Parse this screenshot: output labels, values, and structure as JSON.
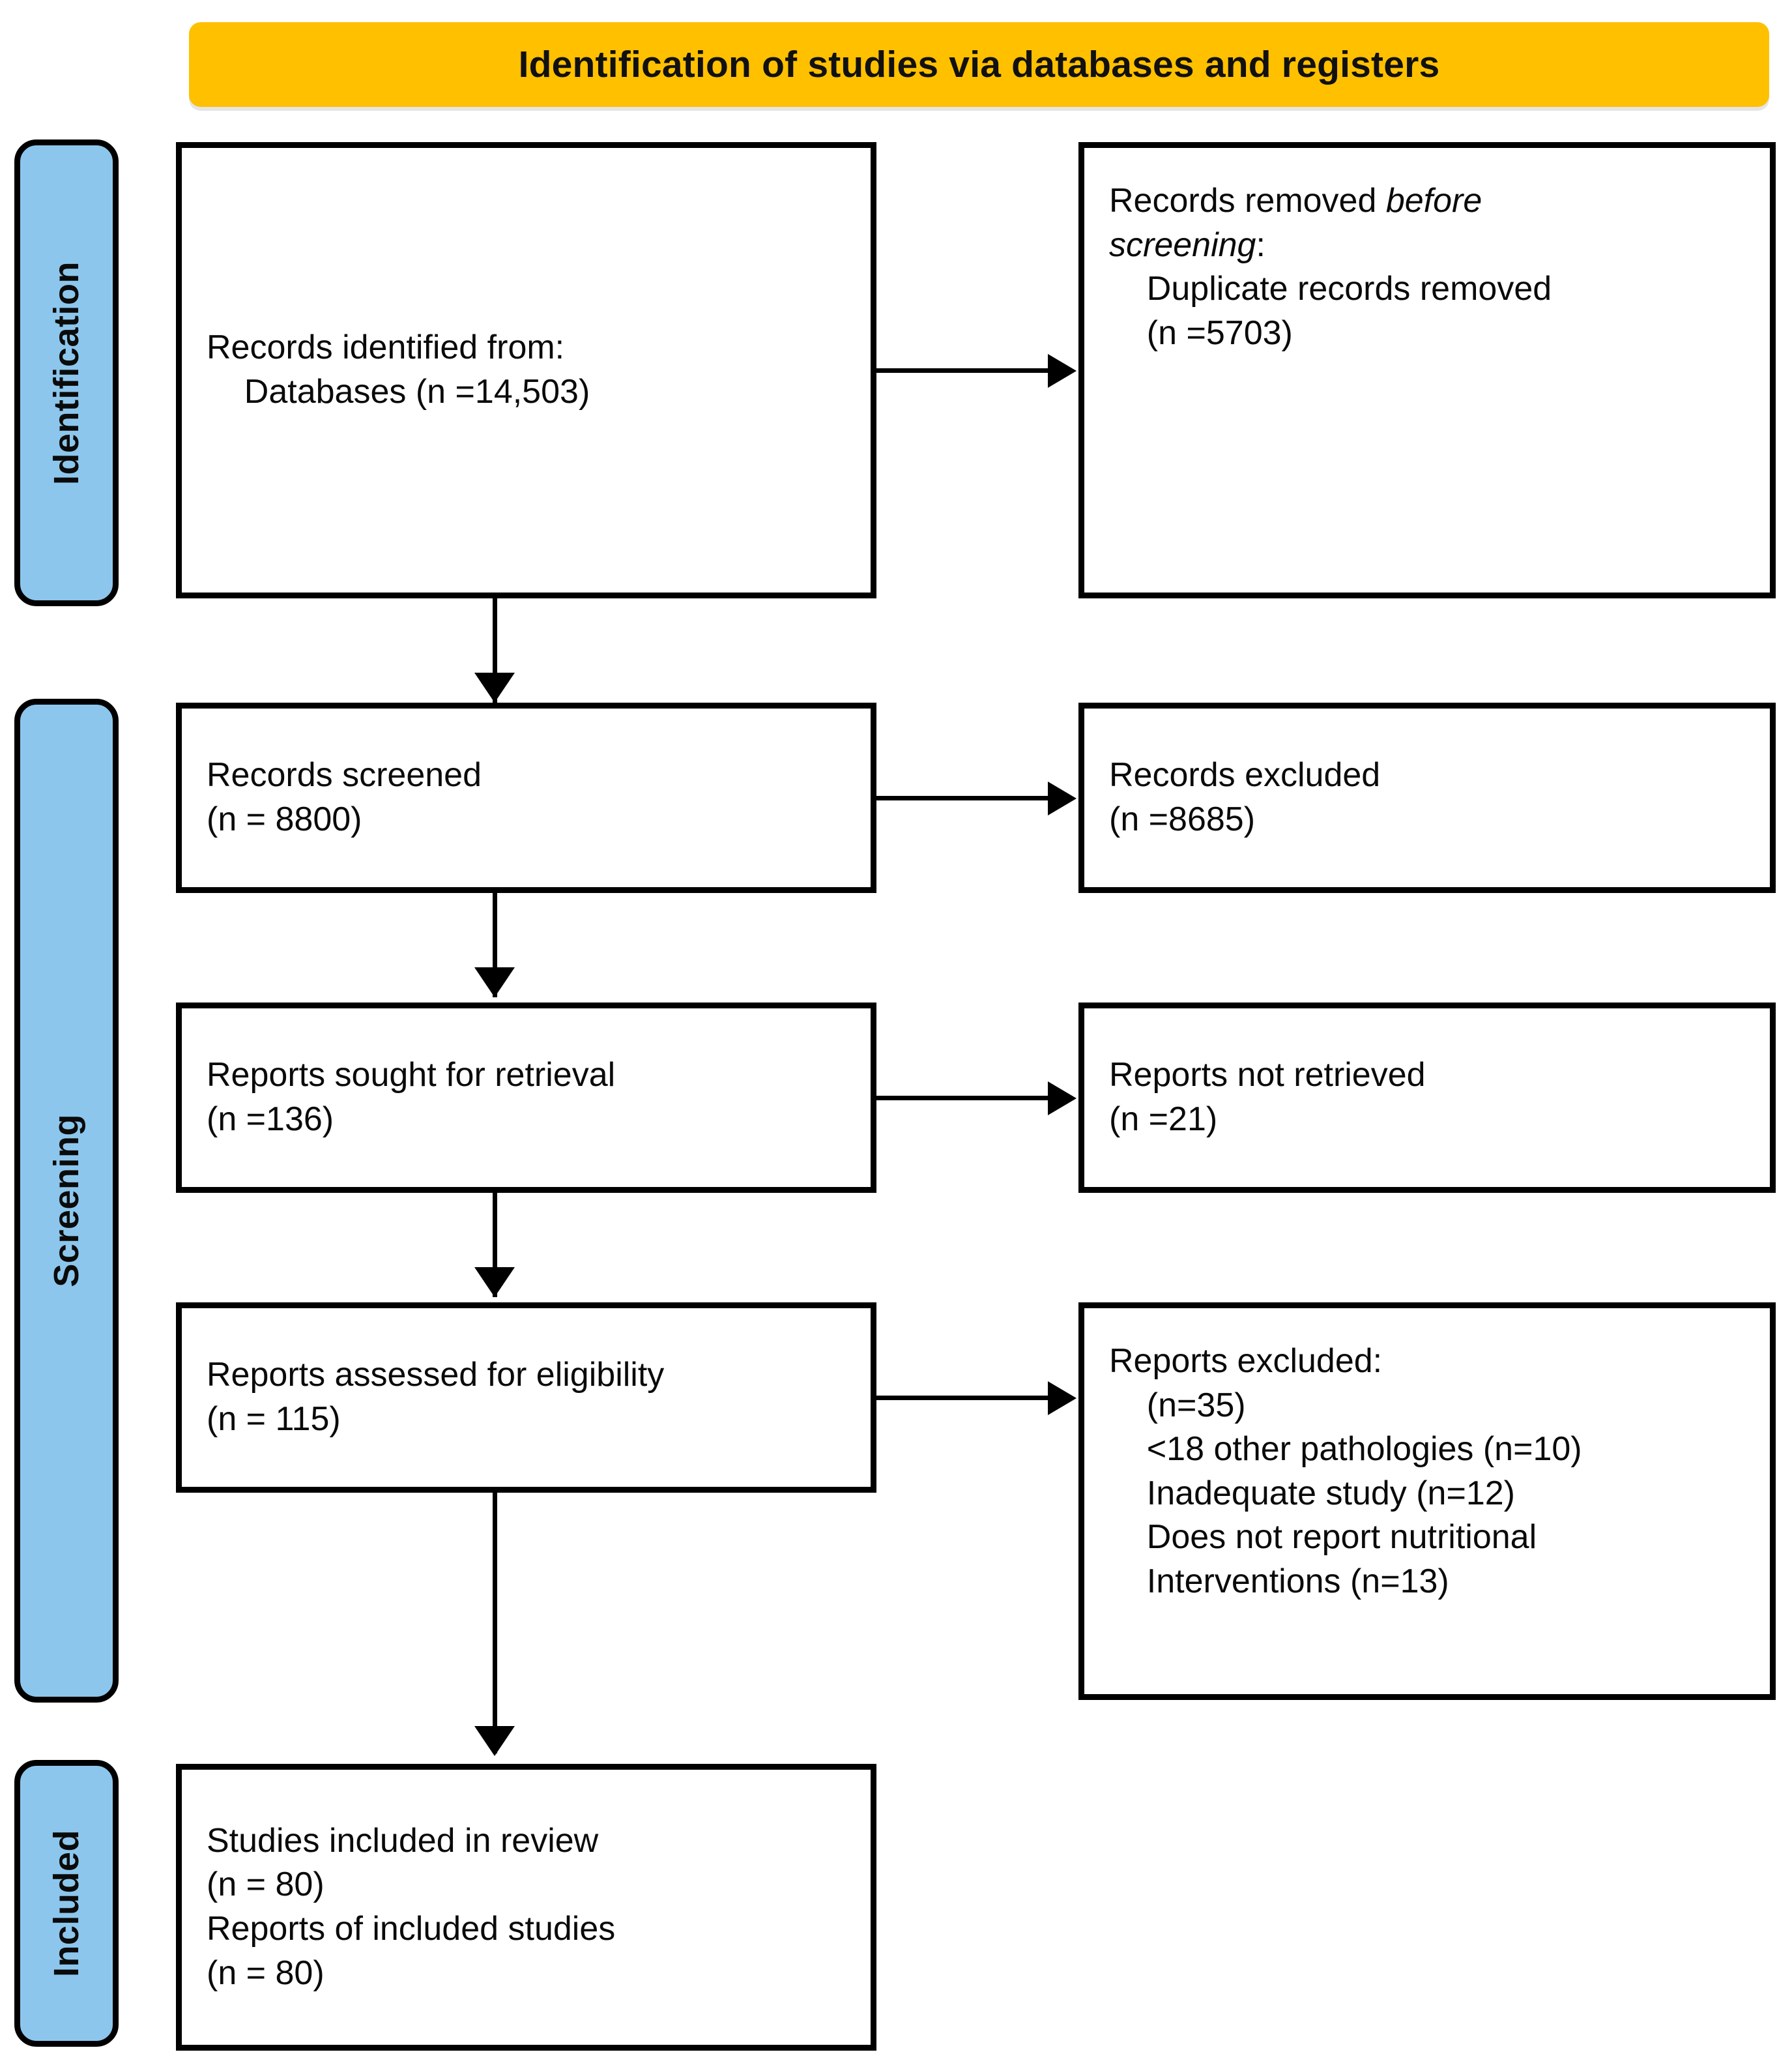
{
  "colors": {
    "accent_header": "#FFC000",
    "stage_bar": "#8CC6EC",
    "box_border": "#000000",
    "text": "#0A0A0A",
    "background": "#FFFFFF"
  },
  "header": {
    "title": "Identification of studies via databases and registers"
  },
  "stages": [
    {
      "id": "identification",
      "label": "Identification"
    },
    {
      "id": "screening",
      "label": "Screening"
    },
    {
      "id": "included",
      "label": "Included"
    }
  ],
  "boxes": {
    "records_identified": {
      "line1": "Records identified from:",
      "line2": "    Databases (n =14,503)",
      "text": "Records identified from:\n    Databases (n =14,503)"
    },
    "records_removed": {
      "lead": "Records removed ",
      "italic1": "before",
      "italic2": "screening",
      "colon": ":",
      "line3": "    Duplicate records removed",
      "line4": "    (n =5703)"
    },
    "records_screened": {
      "text": "Records screened\n(n = 8800)"
    },
    "records_excluded": {
      "text": "Records excluded\n(n =8685)"
    },
    "reports_sought": {
      "text": "Reports sought for retrieval\n(n =136)"
    },
    "reports_not_retrieved": {
      "text": "Reports not retrieved\n(n =21)"
    },
    "reports_assessed": {
      "text": "Reports assessed for eligibility\n(n = 115)"
    },
    "reports_excluded": {
      "text": "Reports excluded:\n    (n=35)\n    <18 other pathologies (n=10)\n    Inadequate study (n=12)\n    Does not report nutritional\n    Interventions (n=13)"
    },
    "studies_included": {
      "text": "Studies included in review\n(n = 80)\nReports of included studies\n(n = 80)"
    }
  },
  "flow_data": {
    "type": "prisma-flow",
    "title": "Identification of studies via databases and registers",
    "nodes": [
      {
        "id": "records_identified",
        "stage": "Identification",
        "column": "left",
        "label": "Records identified from: Databases",
        "n": 14503
      },
      {
        "id": "records_removed",
        "stage": "Identification",
        "column": "right",
        "label": "Records removed before screening: Duplicate records removed",
        "n": 5703
      },
      {
        "id": "records_screened",
        "stage": "Screening",
        "column": "left",
        "label": "Records screened",
        "n": 8800
      },
      {
        "id": "records_excluded",
        "stage": "Screening",
        "column": "right",
        "label": "Records excluded",
        "n": 8685
      },
      {
        "id": "reports_sought",
        "stage": "Screening",
        "column": "left",
        "label": "Reports sought for retrieval",
        "n": 136
      },
      {
        "id": "reports_not_retrieved",
        "stage": "Screening",
        "column": "right",
        "label": "Reports not retrieved",
        "n": 21
      },
      {
        "id": "reports_assessed",
        "stage": "Screening",
        "column": "left",
        "label": "Reports assessed for eligibility",
        "n": 115
      },
      {
        "id": "reports_excluded",
        "stage": "Screening",
        "column": "right",
        "label": "Reports excluded",
        "n": 35,
        "reasons": [
          {
            "label": "<18 other pathologies",
            "n": 10
          },
          {
            "label": "Inadequate study",
            "n": 12
          },
          {
            "label": "Does not report nutritional Interventions",
            "n": 13
          }
        ]
      },
      {
        "id": "studies_included",
        "stage": "Included",
        "column": "left",
        "label": "Studies included in review",
        "n": 80
      },
      {
        "id": "reports_included",
        "stage": "Included",
        "column": "left",
        "label": "Reports of included studies",
        "n": 80
      }
    ],
    "edges": [
      {
        "from": "records_identified",
        "to": "records_removed",
        "direction": "right"
      },
      {
        "from": "records_identified",
        "to": "records_screened",
        "direction": "down"
      },
      {
        "from": "records_screened",
        "to": "records_excluded",
        "direction": "right"
      },
      {
        "from": "records_screened",
        "to": "reports_sought",
        "direction": "down"
      },
      {
        "from": "reports_sought",
        "to": "reports_not_retrieved",
        "direction": "right"
      },
      {
        "from": "reports_sought",
        "to": "reports_assessed",
        "direction": "down"
      },
      {
        "from": "reports_assessed",
        "to": "reports_excluded",
        "direction": "right"
      },
      {
        "from": "reports_assessed",
        "to": "studies_included",
        "direction": "down"
      }
    ]
  }
}
